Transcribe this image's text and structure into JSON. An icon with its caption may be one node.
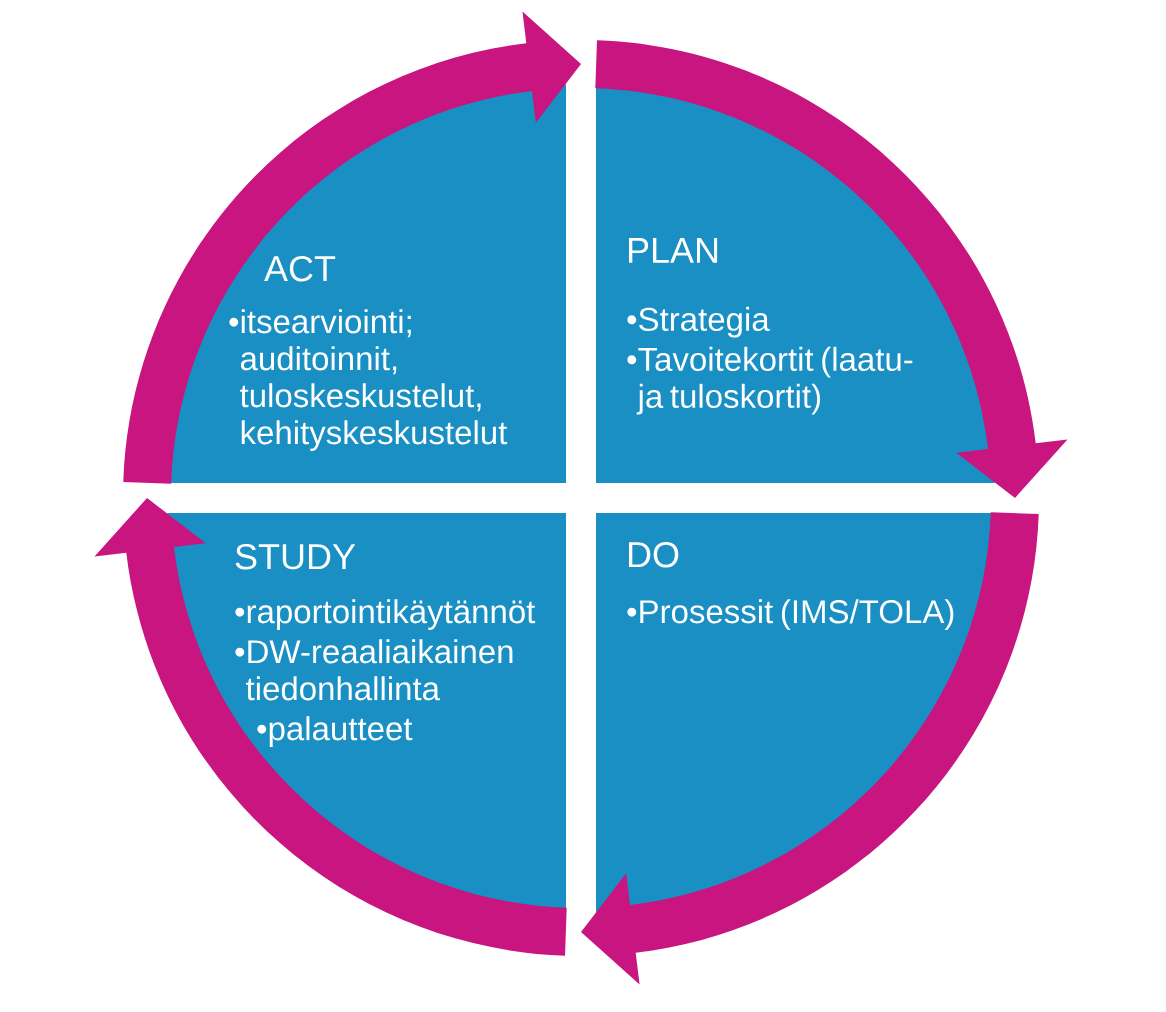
{
  "diagram": {
    "nodes": [
      {
        "text": [
          "ACT",
          "•itsearviointi; auditoinnit, tuloskeskustelut, kehityskeskustelut"
        ]
      },
      {
        "text": [
          "PLAN",
          "•Strategia",
          "•Tavoitekortit (laatu- ja tuloskortit)"
        ]
      },
      {
        "text": [
          "STUDY",
          "•raportointikäytännöt",
          "•DW-reaaliaikainen tiedonhallinta",
          "•palautteet"
        ]
      },
      {
        "text": [
          "DO",
          "•Prosessit (IMS/TOLA)"
        ]
      }
    ],
    "edges": [
      {
        "from": 0,
        "to": 1,
        "arrow": "to"
      },
      {
        "from": 1,
        "to": 3,
        "arrow": "to"
      },
      {
        "from": 3,
        "to": 2,
        "arrow": "to"
      },
      {
        "from": 2,
        "to": 0,
        "arrow": "to"
      }
    ]
  }
}
